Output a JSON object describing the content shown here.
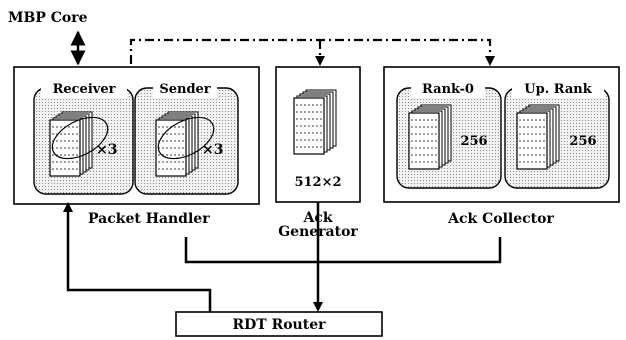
{
  "top_label": "MBP Core",
  "packet_handler": {
    "label": "Packet Handler",
    "receiver": {
      "label": "Receiver",
      "multiplier": "×3"
    },
    "sender": {
      "label": "Sender",
      "multiplier": "×3"
    }
  },
  "ack_generator": {
    "label_line1": "Ack",
    "label_line2": "Generator",
    "size": "512×2"
  },
  "ack_collector": {
    "label": "Ack Collector",
    "rank0": {
      "label": "Rank-0",
      "size": "256"
    },
    "uprank": {
      "label": "Up. Rank",
      "size": "256"
    }
  },
  "router": {
    "label": "RDT Router"
  },
  "colors": {
    "stroke": "#000000",
    "panel_fill": "#d9d9d9",
    "background": "#ffffff"
  }
}
